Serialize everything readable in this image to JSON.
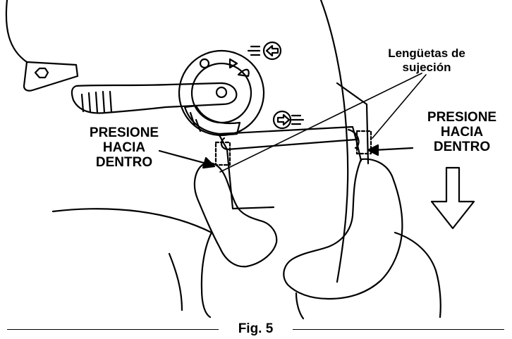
{
  "labels": {
    "press_left": [
      "PRESIONE",
      "HACIA",
      "DENTRO"
    ],
    "press_right": [
      "PRESIONE",
      "HACIA",
      "DENTRO"
    ],
    "tabs": [
      "Lengüetas de",
      "sujeción"
    ]
  },
  "caption": "Fig. 5"
}
